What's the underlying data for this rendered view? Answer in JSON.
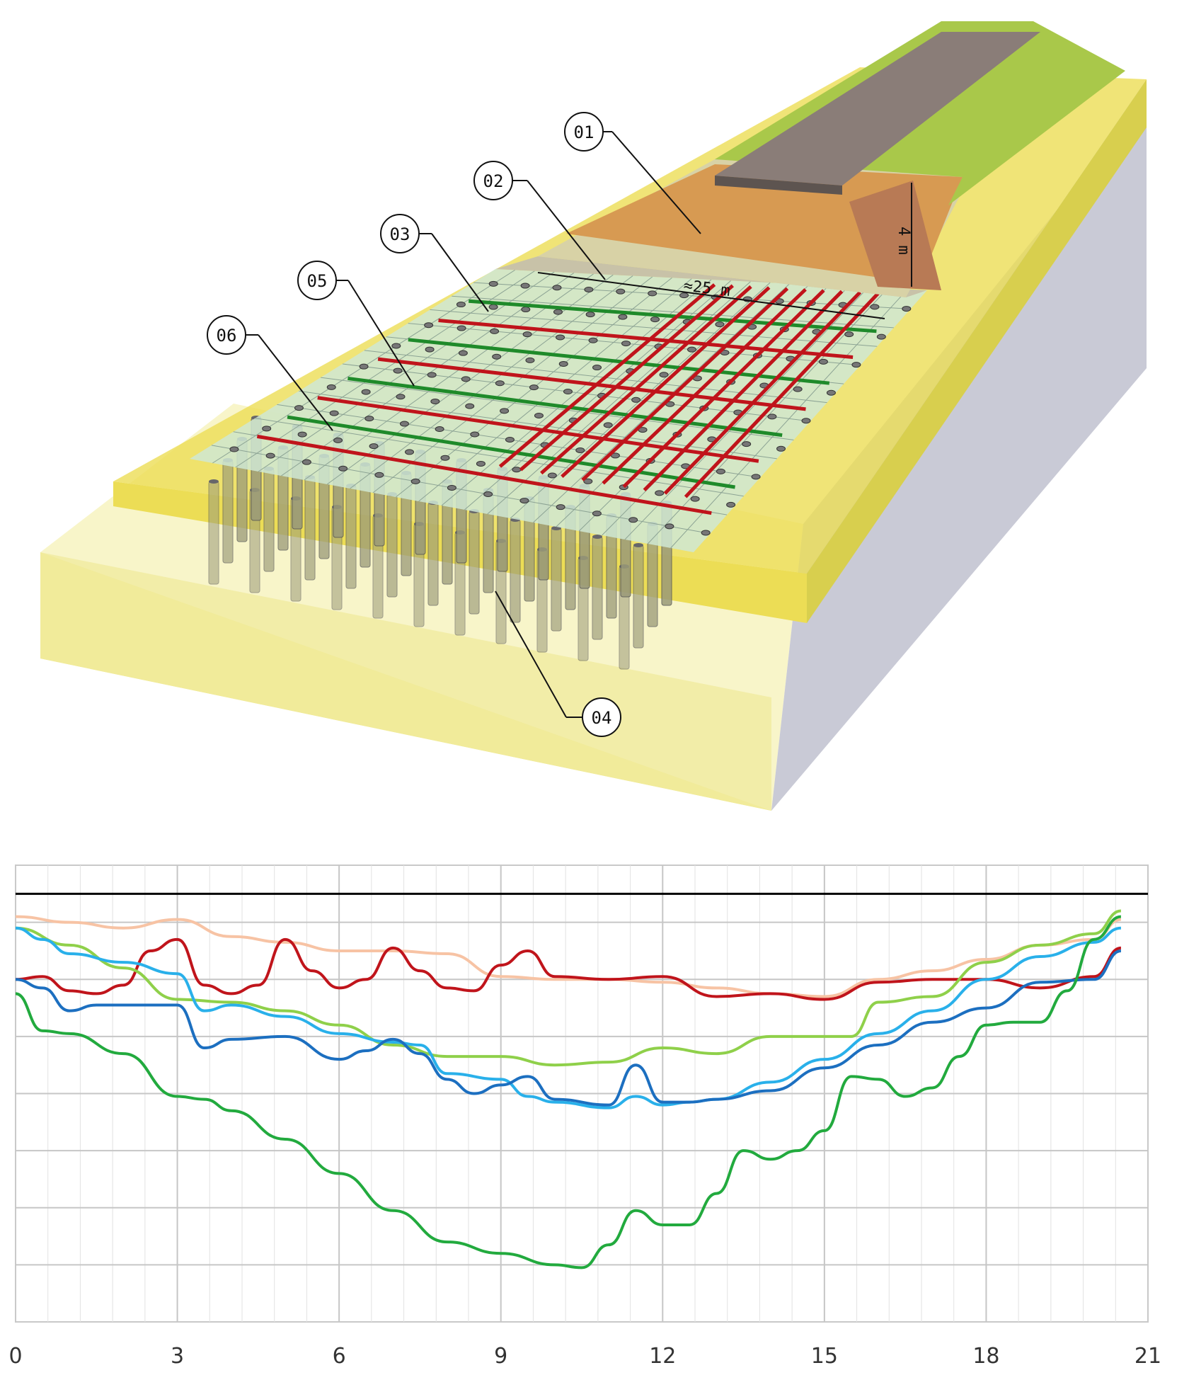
{
  "diagram": {
    "callouts": [
      "01",
      "02",
      "03",
      "04",
      "05",
      "06"
    ],
    "dimensions": {
      "width": "≈25 m",
      "height": "4 m"
    },
    "colors": {
      "subsoil": "#f3ed9c",
      "fill_layer": "#ecdd55",
      "embankment_fill": "#d79a52",
      "slope_green": "#a9c84a",
      "road_surface": "#8a7d78",
      "load_transfer_platform": "#cfe8d3",
      "reinforcement_red": "#c0141b",
      "reinforcement_green": "#1f8a2a",
      "piles": "#9a9a78"
    }
  },
  "chart_data": {
    "type": "line",
    "title": "",
    "xlabel": "",
    "ylabel": "",
    "x_ticks": [
      "0",
      "3",
      "6",
      "9",
      "12",
      "15",
      "18",
      "21"
    ],
    "xlim": [
      0,
      21
    ],
    "ylim": [
      -8,
      0
    ],
    "grid": true,
    "reference_line": {
      "y": 0.5,
      "color": "#000000"
    },
    "series": [
      {
        "color": "#f7c3a4",
        "x": [
          0,
          1,
          2,
          3,
          4,
          5,
          6,
          7,
          8,
          9,
          10,
          11,
          12,
          13,
          14,
          15,
          16,
          17,
          18,
          19,
          20,
          20.5
        ],
        "y": [
          0.9,
          1.0,
          1.1,
          0.95,
          1.25,
          1.35,
          1.5,
          1.5,
          1.55,
          1.95,
          2.0,
          2.0,
          2.05,
          2.15,
          2.25,
          2.3,
          2.0,
          1.85,
          1.65,
          1.4,
          1.3,
          0.95
        ]
      },
      {
        "color": "#c0141b",
        "x": [
          0,
          0.5,
          1,
          1.5,
          2,
          2.5,
          3,
          3.5,
          4,
          4.5,
          5,
          5.5,
          6,
          6.5,
          7,
          7.5,
          8,
          8.5,
          9,
          9.5,
          10,
          11,
          12,
          13,
          14,
          15,
          16,
          17,
          18,
          19,
          20,
          20.5
        ],
        "y": [
          2.0,
          1.95,
          2.2,
          2.25,
          2.1,
          1.5,
          1.3,
          2.1,
          2.25,
          2.1,
          1.3,
          1.85,
          2.15,
          2.0,
          1.45,
          1.85,
          2.15,
          2.2,
          1.75,
          1.5,
          1.95,
          2.0,
          1.95,
          2.3,
          2.25,
          2.35,
          2.05,
          2.0,
          2.0,
          2.15,
          1.95,
          1.45
        ]
      },
      {
        "color": "#8fd04a",
        "x": [
          0,
          1,
          2,
          3,
          4,
          5,
          6,
          7,
          8,
          9,
          10,
          11,
          12,
          13,
          14,
          15,
          15.5,
          16,
          17,
          18,
          19,
          20,
          20.5
        ],
        "y": [
          1.1,
          1.4,
          1.8,
          2.35,
          2.4,
          2.55,
          2.8,
          3.15,
          3.35,
          3.35,
          3.5,
          3.45,
          3.2,
          3.3,
          3.0,
          3.0,
          3.0,
          2.4,
          2.3,
          1.7,
          1.4,
          1.2,
          0.8
        ]
      },
      {
        "color": "#29b0ea",
        "x": [
          0,
          0.5,
          1,
          2,
          3,
          3.5,
          4,
          5,
          6,
          7,
          7.5,
          8,
          9,
          9.5,
          10,
          11,
          11.5,
          12,
          12.5,
          13,
          14,
          15,
          16,
          17,
          18,
          19,
          20,
          20.5
        ],
        "y": [
          1.1,
          1.3,
          1.55,
          1.7,
          1.9,
          2.55,
          2.45,
          2.65,
          2.95,
          3.1,
          3.15,
          3.65,
          3.75,
          4.05,
          4.15,
          4.25,
          4.05,
          4.2,
          4.15,
          4.1,
          3.8,
          3.4,
          2.95,
          2.55,
          2.0,
          1.6,
          1.35,
          1.1
        ]
      },
      {
        "color": "#1c6fc0",
        "x": [
          0,
          0.5,
          1,
          1.5,
          2,
          3,
          3.5,
          4,
          5,
          6,
          6.5,
          7,
          7.5,
          8,
          8.5,
          9,
          9.5,
          10,
          11,
          11.5,
          12,
          12.5,
          13,
          14,
          15,
          16,
          17,
          18,
          19,
          20,
          20.5
        ],
        "y": [
          2.0,
          2.15,
          2.55,
          2.45,
          2.45,
          2.45,
          3.2,
          3.05,
          3.0,
          3.4,
          3.25,
          3.05,
          3.3,
          3.75,
          4.0,
          3.85,
          3.7,
          4.1,
          4.2,
          3.5,
          4.15,
          4.15,
          4.1,
          3.95,
          3.55,
          3.15,
          2.75,
          2.5,
          2.05,
          2.0,
          1.5
        ]
      },
      {
        "color": "#22aa3e",
        "x": [
          0,
          0.5,
          1,
          2,
          3,
          3.5,
          4,
          5,
          6,
          7,
          8,
          9,
          10,
          10.5,
          11,
          11.5,
          12,
          12.5,
          13,
          13.5,
          14,
          14.5,
          15,
          15.5,
          16,
          16.5,
          17,
          17.5,
          18,
          18.5,
          19,
          19.5,
          20,
          20.5
        ],
        "y": [
          2.25,
          2.9,
          2.95,
          3.3,
          4.05,
          4.1,
          4.3,
          4.8,
          5.4,
          6.05,
          6.6,
          6.8,
          7.0,
          7.05,
          6.65,
          6.05,
          6.3,
          6.3,
          5.75,
          5.0,
          5.15,
          5.0,
          4.65,
          3.7,
          3.75,
          4.05,
          3.9,
          3.35,
          2.8,
          2.75,
          2.75,
          2.2,
          1.3,
          0.9
        ]
      }
    ]
  }
}
